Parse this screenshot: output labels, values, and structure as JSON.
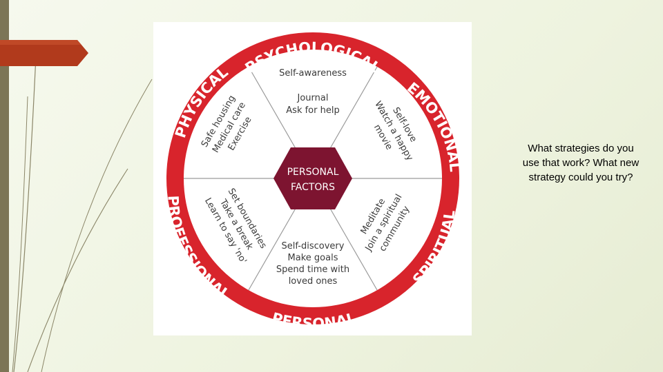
{
  "slide": {
    "question": "What strategies do you use that work?  What new strategy could you try?"
  },
  "wheel": {
    "center": [
      "PERSONAL",
      "FACTORS"
    ],
    "ring_labels": {
      "top": "PSYCHOLOGICAL",
      "upper_right": "EMOTIONAL",
      "lower_right": "SPIRITUAL",
      "bottom": "PERSONAL",
      "lower_left": "PROFESSIONAL",
      "upper_left": "PHYSICAL"
    },
    "wedges": {
      "top": {
        "heading": "Self-awareness",
        "items": [
          "Journal",
          "Ask for help"
        ]
      },
      "upper_right": {
        "items": [
          "Self-love",
          "Watch a happy",
          "movie"
        ]
      },
      "lower_right": {
        "items": [
          "Meditate",
          "Join a spiritual",
          "community"
        ]
      },
      "bottom": {
        "items": [
          "Self-discovery",
          "Make goals",
          "Spend time with",
          "loved ones"
        ]
      },
      "lower_left": {
        "items": [
          "Set boundaries",
          "Take a break",
          "Learn to say 'no'"
        ]
      },
      "upper_left": {
        "items": [
          "Safe housing",
          "Medical care",
          "Exercise"
        ]
      }
    },
    "colors": {
      "ring": "#d8242c",
      "center": "#7d1430",
      "divider": "#9a9a9a",
      "text": "#3a3a3a"
    }
  },
  "theme": {
    "accent_tab": "#b13a1c",
    "left_bar": "#7c7556",
    "deco_line": "#8a8567"
  }
}
